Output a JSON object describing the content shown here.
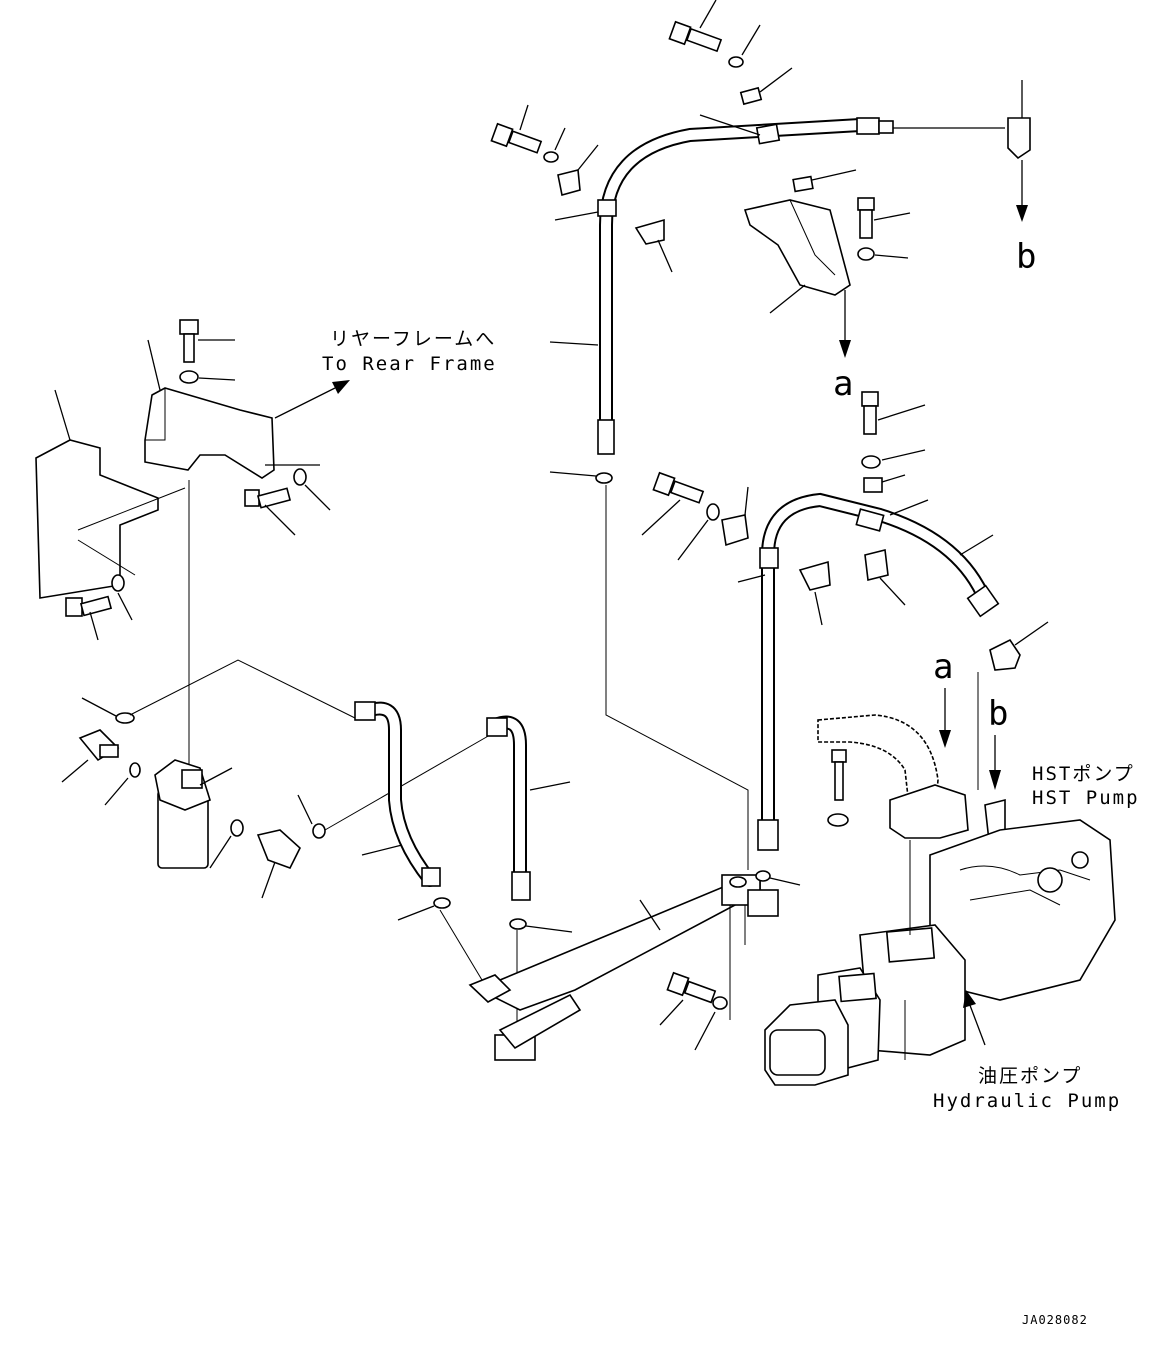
{
  "diagram": {
    "labels": {
      "rear_frame_jp": "リヤーフレームへ",
      "rear_frame_en": "To Rear Frame",
      "hst_pump_jp": "HSTポンプ",
      "hst_pump_en": "HST Pump",
      "hydraulic_pump_jp": "油圧ポンプ",
      "hydraulic_pump_en": "Hydraulic Pump"
    },
    "refs": {
      "a": "a",
      "b": "b"
    },
    "drawing_code": "JA028082"
  }
}
